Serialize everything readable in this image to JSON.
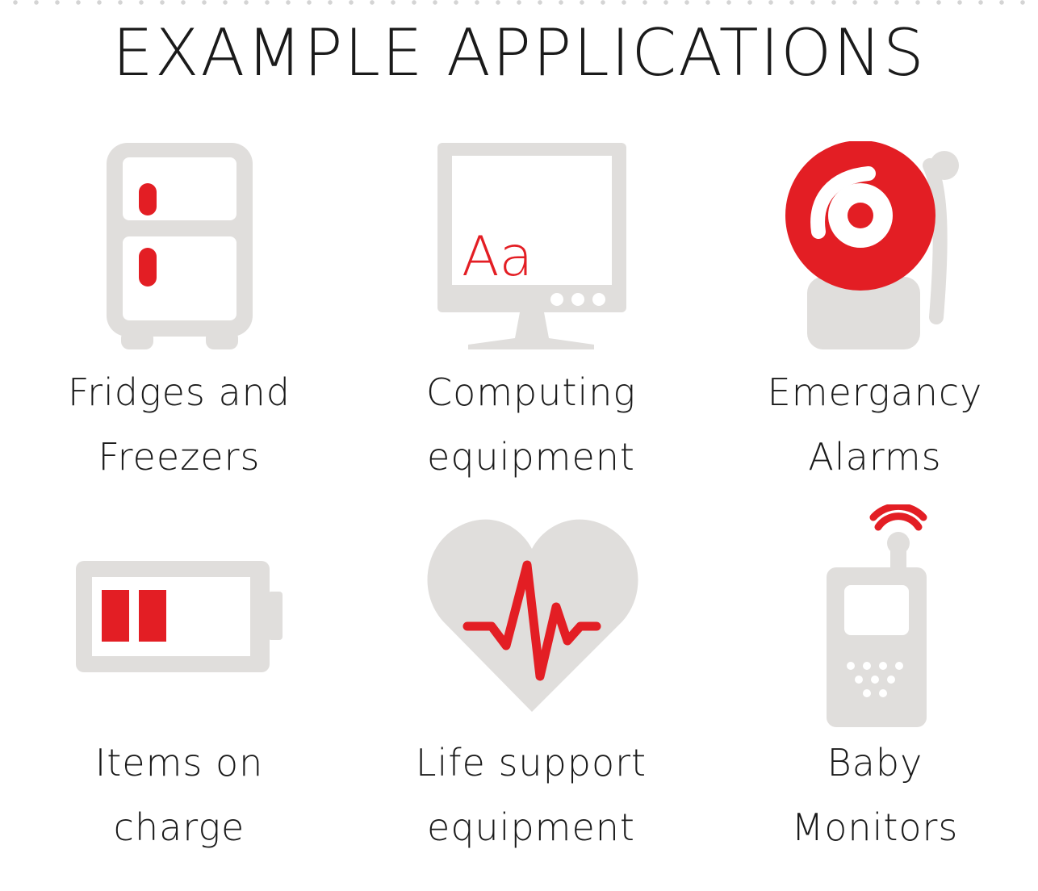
{
  "title": "EXAMPLE APPLICATIONS",
  "colors": {
    "gray": "#e0dedc",
    "red": "#e31e24",
    "text": "#1a1a1a"
  },
  "applications": [
    {
      "icon": "fridge-icon",
      "lines": [
        "Fridges and",
        "Freezers"
      ]
    },
    {
      "icon": "computer-monitor-icon",
      "glyph": "Aa",
      "lines": [
        "Computing",
        "equipment"
      ]
    },
    {
      "icon": "alarm-bell-icon",
      "lines": [
        "Emergancy",
        "Alarms"
      ]
    },
    {
      "icon": "battery-icon",
      "lines": [
        "Items on",
        "charge"
      ]
    },
    {
      "icon": "heart-pulse-icon",
      "lines": [
        "Life support",
        "equipment"
      ]
    },
    {
      "icon": "baby-monitor-icon",
      "lines": [
        "Baby",
        "Monitors"
      ]
    }
  ]
}
